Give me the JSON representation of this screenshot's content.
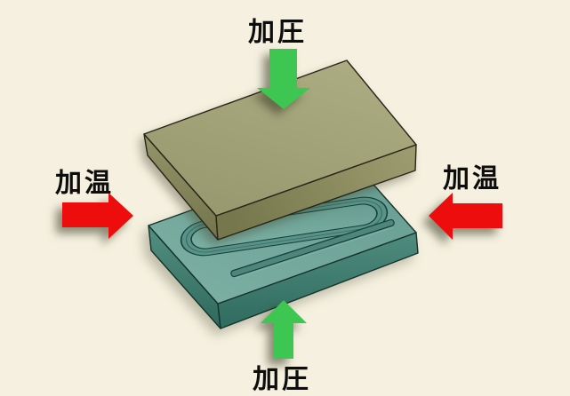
{
  "diagram": {
    "labels": {
      "top_pressure": "加圧",
      "bottom_pressure": "加圧",
      "left_heat": "加温",
      "right_heat": "加温"
    },
    "colors": {
      "background": "#F5F0DF",
      "pressure_arrow_green": "#3EC653",
      "heat_arrow_red": "#EE0D0D",
      "upper_plate_olive": "#A4A47B",
      "lower_plate_teal": "#70A598",
      "groove_channel": "#599388",
      "label_text": "#0D0D0D"
    }
  }
}
